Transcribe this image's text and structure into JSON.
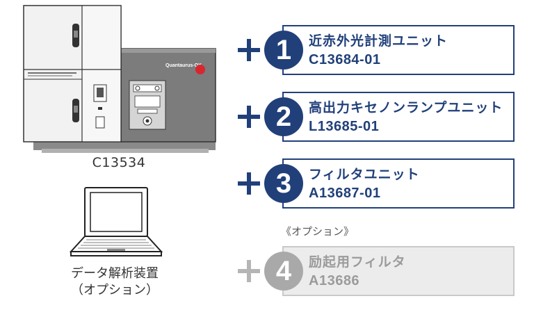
{
  "instrument": {
    "model": "C13534",
    "brand_mark": "Quantaurus-QY"
  },
  "computer": {
    "caption_line1": "データ解析装置",
    "caption_line2": "（オプション）"
  },
  "option_label": "《オプション》",
  "units": [
    {
      "number": "1",
      "name": "近赤外光計測ユニット",
      "code": "C13684-01",
      "optional": false
    },
    {
      "number": "2",
      "name": "高出力キセノンランプユニット",
      "code": "L13685-01",
      "optional": false
    },
    {
      "number": "3",
      "name": "フィルタユニット",
      "code": "A13687-01",
      "optional": false
    },
    {
      "number": "4",
      "name": "励起用フィルタ",
      "code": "A13686",
      "optional": true
    }
  ],
  "colors": {
    "accent": "#21407a",
    "optional_fill": "#a9a9a9",
    "optional_box": "#ececec"
  }
}
